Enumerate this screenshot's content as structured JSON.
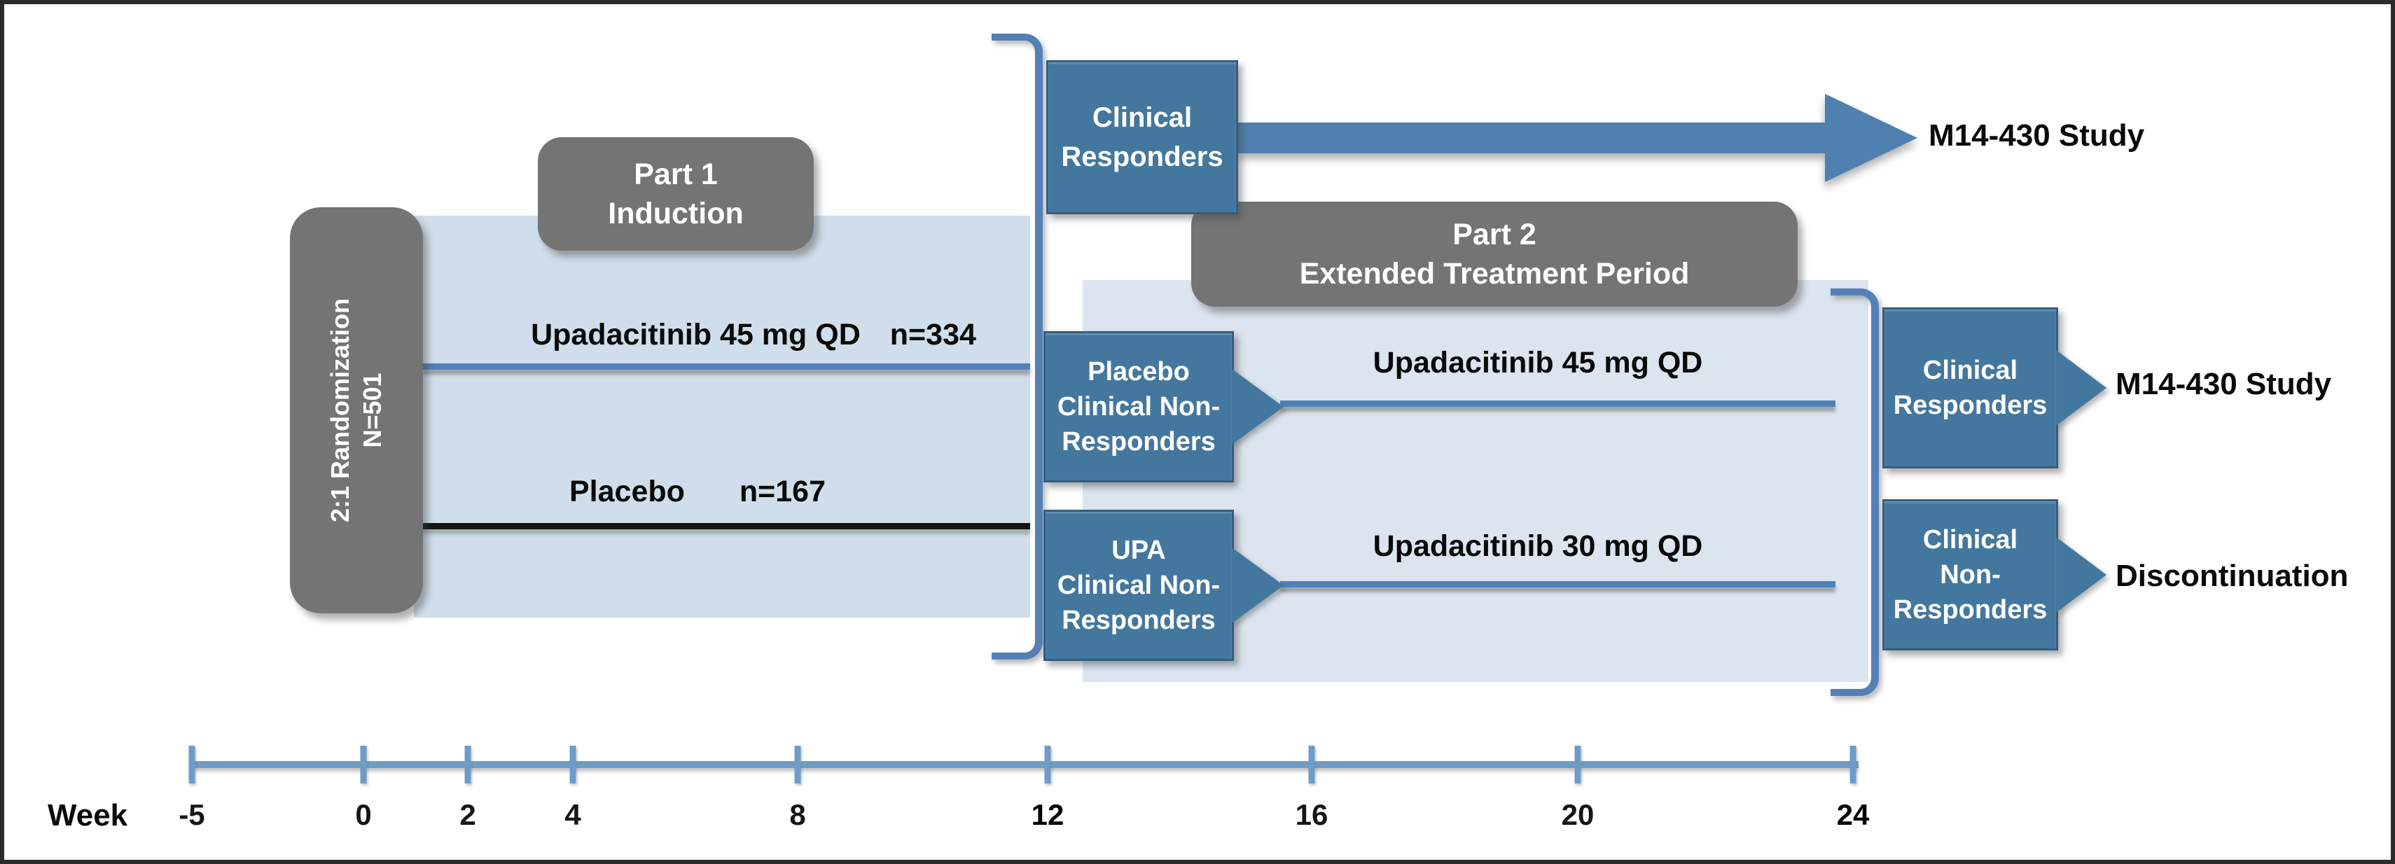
{
  "part1": {
    "label": {
      "line1": "Part 1",
      "line2": "Induction"
    },
    "randomization": {
      "line1": "2:1 Randomization",
      "line2": "N=501"
    },
    "arms": [
      {
        "name": "Upadacitinib 45 mg QD",
        "n": "n=334"
      },
      {
        "name": "Placebo",
        "n": "n=167"
      }
    ]
  },
  "part2": {
    "label": {
      "line1": "Part 2",
      "line2": "Extended Treatment Period"
    },
    "week12_groups": {
      "responders": {
        "line1": "Clinical",
        "line2": "Responders",
        "outcome": "M14-430 Study"
      },
      "placebo_nonresponders": {
        "line1": "Placebo",
        "line2": "Clinical Non-",
        "line3": "Responders",
        "treatment": "Upadacitinib 45 mg QD"
      },
      "upa_nonresponders": {
        "line1": "UPA",
        "line2": "Clinical Non-",
        "line3": "Responders",
        "treatment": "Upadacitinib 30 mg QD"
      }
    },
    "week24_groups": {
      "responders": {
        "line1": "Clinical",
        "line2": "Responders",
        "outcome": "M14-430 Study"
      },
      "nonresponders": {
        "line1": "Clinical",
        "line2": "Non-",
        "line3": "Responders",
        "outcome": "Discontinuation"
      }
    }
  },
  "timeline": {
    "label": "Week",
    "ticks": [
      "-5",
      "0",
      "2",
      "4",
      "8",
      "12",
      "16",
      "20",
      "24"
    ]
  },
  "colors": {
    "box_blue": "#44779e",
    "arrow_blue": "#4e81b0",
    "line_blue": "#4f81bd",
    "axis_blue": "#6e9cc9",
    "region_part1": "#cfdeea",
    "region_part2": "#dbe4ef",
    "label_gray": "#747474",
    "placebo_line_black": "#141414"
  }
}
